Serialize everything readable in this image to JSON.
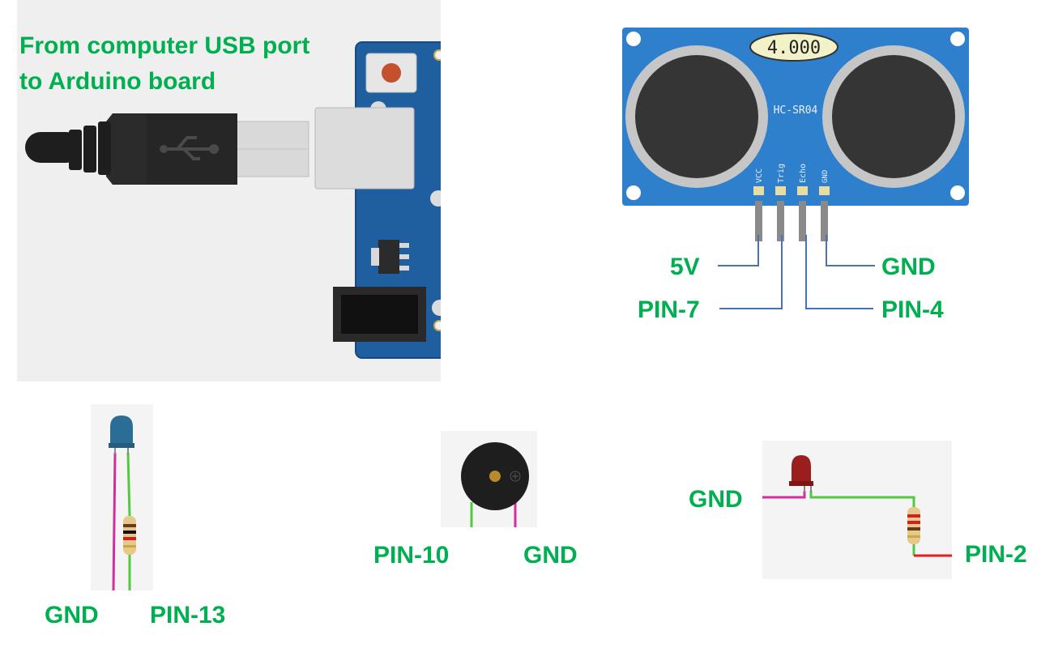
{
  "usb_panel": {
    "caption_line1": "From computer USB port",
    "caption_line2": "to Arduino board"
  },
  "sensor": {
    "display_value": "4.000",
    "model": "HC-SR04",
    "pin_labels": [
      "VCC",
      "Trig",
      "Echo",
      "GND"
    ],
    "connections": {
      "vcc": "5V",
      "trig": "PIN-7",
      "echo": "PIN-4",
      "gnd": "GND"
    }
  },
  "blue_led": {
    "left_label": "GND",
    "right_label": "PIN-13"
  },
  "buzzer": {
    "left_label": "PIN-10",
    "right_label": "GND"
  },
  "red_led": {
    "left_label": "GND",
    "right_label": "PIN-2"
  },
  "colors": {
    "label_green": "#00b050",
    "board_blue": "#1f5fa0",
    "sensor_blue": "#2e7fcc",
    "wire_green": "#55c842",
    "wire_magenta": "#d0309a",
    "wire_red": "#e02020",
    "line_blue": "#4a72b0"
  }
}
